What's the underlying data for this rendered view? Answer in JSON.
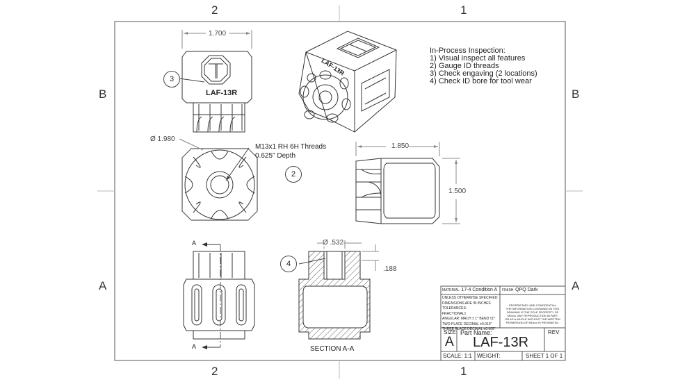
{
  "zones": {
    "top": [
      "2",
      "1"
    ],
    "bottom": [
      "2",
      "1"
    ],
    "left": [
      "B",
      "A"
    ],
    "right": [
      "B",
      "A"
    ]
  },
  "inspection": {
    "title": "In-Process Inspection:",
    "items": [
      "1) Visual inspect all features",
      "2) Gauge ID threads",
      "3) Check engaving (2 locations)",
      "4) Check ID bore for tool wear"
    ]
  },
  "views": {
    "front_engraving": "LAF-13R",
    "iso_engraving": "LAF-13R",
    "dim_width": "1.700",
    "dim_dia": "Ø 1.980",
    "thread_note_1": "M13x1 RH 6H Threads",
    "thread_note_2": "0.625\" Depth",
    "dim_side_width": "1.850",
    "dim_side_height": "1.500",
    "dim_bore": "Ø .532",
    "dim_depth": ".188",
    "section_label": "SECTION A-A",
    "cut_label_top": "A",
    "cut_label_bottom": "A"
  },
  "callouts": [
    "3",
    "2",
    "4"
  ],
  "title_block": {
    "material_label": "MATERIAL:",
    "material": "17-4 Condition A",
    "finish_label": "FINISH:",
    "finish": "QPQ Dark",
    "tolerance_lines": [
      "UNLESS OTHERWISE SPECIFIED:",
      "DIMENSIONS ARE IN INCHES",
      "TOLERANCES:",
      "FRACTIONAL±",
      "ANGULAR: MACH ± 1°   BEND ±1°",
      "TWO PLACE DECIMAL   ±0.010\"",
      "THREE PLACE DECIMAL  ±0.005\""
    ],
    "proprietary": [
      "PROPRIETARY AND CONFIDENTIAL",
      "THE INFORMATION CONTAINED IN THIS",
      "DRAWING IS THE SOLE PROPERTY OF",
      "MDxxx. ANY REPRODUCTION IN PART",
      "OR AS A WHOLE WITHOUT THE WRITTEN",
      "PERMISSION OF MDxxx IS PROHIBITED."
    ],
    "size_label": "SIZE",
    "size": "A",
    "part_name_label": "Part Name:",
    "part_name": "LAF-13R",
    "rev_label": "REV",
    "scale": "SCALE: 1:1",
    "weight": "WEIGHT:",
    "sheet": "SHEET 1 OF 1"
  }
}
